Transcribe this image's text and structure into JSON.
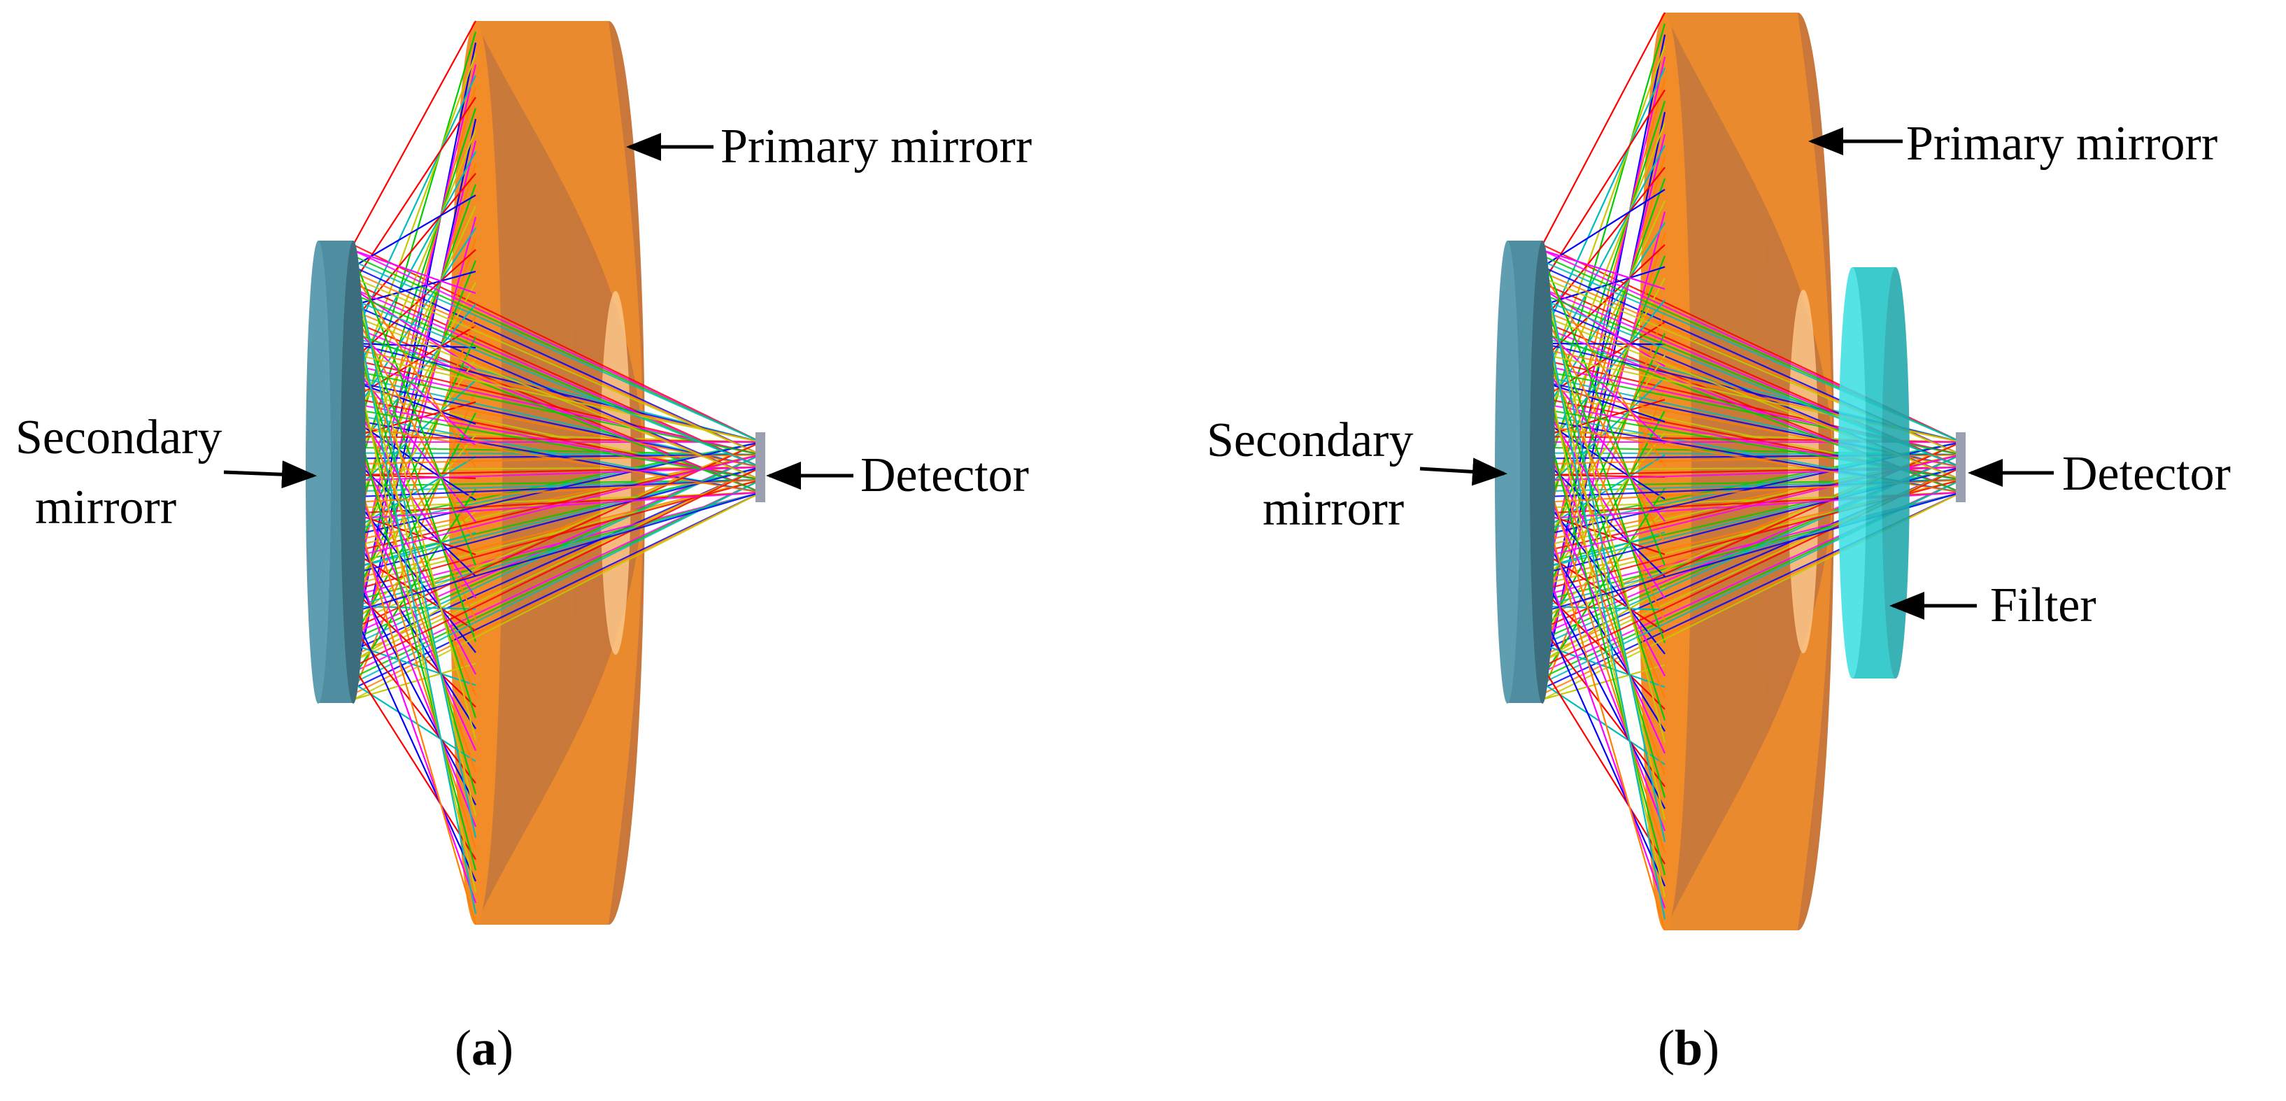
{
  "panels": [
    {
      "id": "a",
      "caption": {
        "open": "(",
        "letter": "a",
        "close": ")"
      },
      "labels": {
        "primary": "Primary mirrorr",
        "secondary_line1": "Secondary",
        "secondary_line2": "mirrorr",
        "detector": "Detector"
      }
    },
    {
      "id": "b",
      "caption": {
        "open": "(",
        "letter": "b",
        "close": ")"
      },
      "labels": {
        "primary": "Primary mirrorr",
        "secondary_line1": "Secondary",
        "secondary_line2": "mirrorr",
        "detector": "Detector",
        "filter": "Filter"
      }
    }
  ],
  "colors": {
    "primary_mirror": "#e6893c",
    "primary_mirror_dark": "#b8692f",
    "primary_mirror_light": "#f7b070",
    "secondary_mirror": "#4f8ea0",
    "secondary_mirror_dark": "#3c6d7c",
    "filter": "#2fd3d6",
    "filter_dark": "#22a8ab",
    "rays": [
      "#ff0000",
      "#00cc00",
      "#0000ff",
      "#c8c800",
      "#ff00ff",
      "#00bcbc",
      "#ff8000"
    ]
  }
}
